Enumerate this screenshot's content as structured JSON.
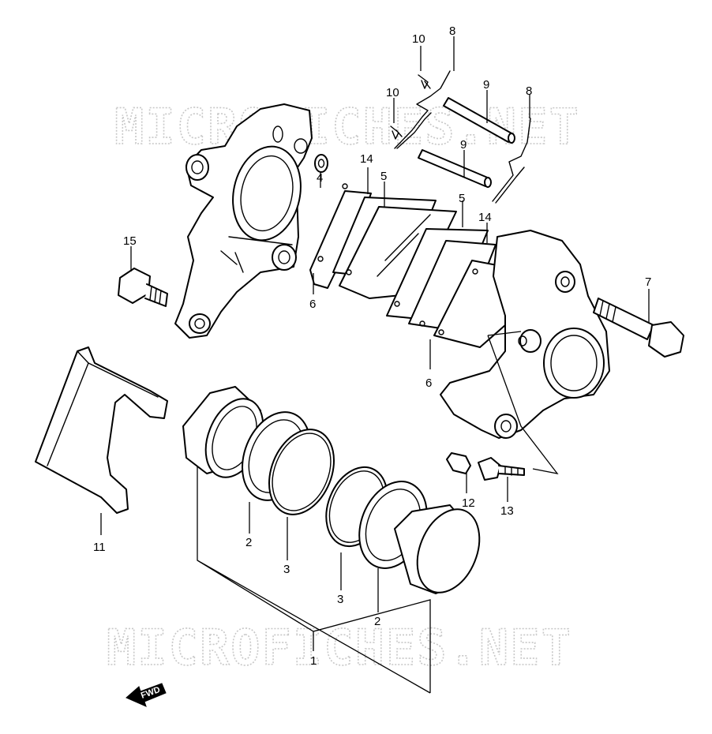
{
  "watermarks": [
    "MICROFICHES.NET",
    "MICROFICHES.NET"
  ],
  "direction_label": "FWD",
  "callouts": {
    "c1": "1",
    "c2a": "2",
    "c2b": "2",
    "c3a": "3",
    "c3b": "3",
    "c4": "4",
    "c5a": "5",
    "c5b": "5",
    "c6a": "6",
    "c6b": "6",
    "c7": "7",
    "c8a": "8",
    "c8b": "8",
    "c9a": "9",
    "c9b": "9",
    "c10a": "10",
    "c10b": "10",
    "c11": "11",
    "c12": "12",
    "c13": "13",
    "c14a": "14",
    "c14b": "14",
    "c15": "15"
  }
}
